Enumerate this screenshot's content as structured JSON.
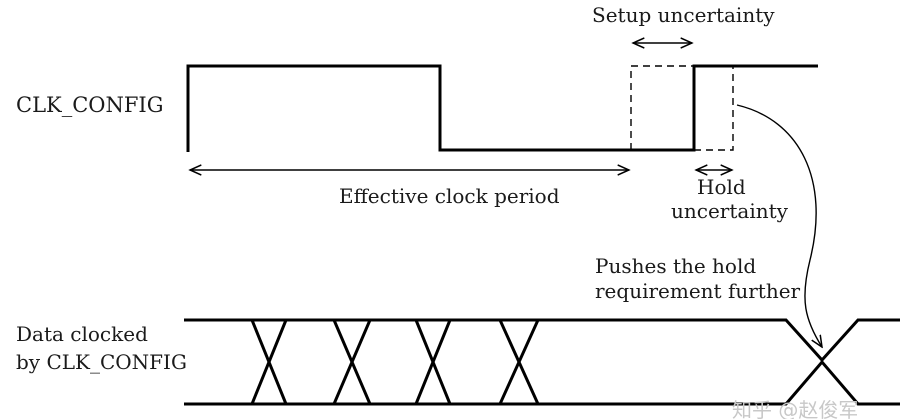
{
  "labels": {
    "clk_signal": "CLK_CONFIG",
    "data_signal_line1": "Data clocked",
    "data_signal_line2": "by CLK_CONFIG",
    "setup_uncertainty": "Setup uncertainty",
    "effective_period": "Effective clock period",
    "hold_line1": "Hold",
    "hold_line2": "uncertainty",
    "pushes_line1": "Pushes the hold",
    "pushes_line2": "requirement further"
  },
  "watermark": "知乎 @赵俊军",
  "colors": {
    "line": "#000000",
    "text": "#1a1a1a",
    "watermark": "#c8c8c8"
  }
}
